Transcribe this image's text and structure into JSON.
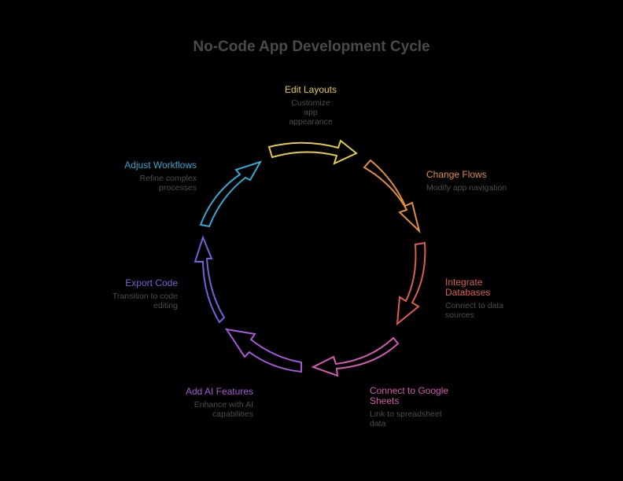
{
  "title": "No-Code App Development Cycle",
  "colors": {
    "background": "#000000",
    "title": "#4a4a4a",
    "description": "#4d4d4d",
    "edit_layouts": "#e3cc4b",
    "change_flows": "#e08f3f",
    "integrate_databases": "#dd5d55",
    "connect_google_sheets": "#d45ab0",
    "add_ai_features": "#a45bd6",
    "export_code": "#7a5fd8",
    "adjust_workflows": "#3aa6d1"
  },
  "steps": [
    {
      "label": "Edit Layouts",
      "description": "Customize app appearance",
      "color": "#e3cc4b"
    },
    {
      "label": "Change Flows",
      "description": "Modify app navigation",
      "color": "#e08f3f"
    },
    {
      "label": "Integrate Databases",
      "description": "Connect to data sources",
      "color": "#dd5d55"
    },
    {
      "label": "Connect to Google Sheets",
      "description": "Link to spreadsheet data",
      "color": "#d45ab0"
    },
    {
      "label": "Add AI Features",
      "description": "Enhance with AI capabilities",
      "color": "#a45bd6"
    },
    {
      "label": "Export Code",
      "description": "Transition to code editing",
      "color": "#7a5fd8"
    },
    {
      "label": "Adjust Workflows",
      "description": "Refine complex processes",
      "color": "#3aa6d1"
    }
  ]
}
